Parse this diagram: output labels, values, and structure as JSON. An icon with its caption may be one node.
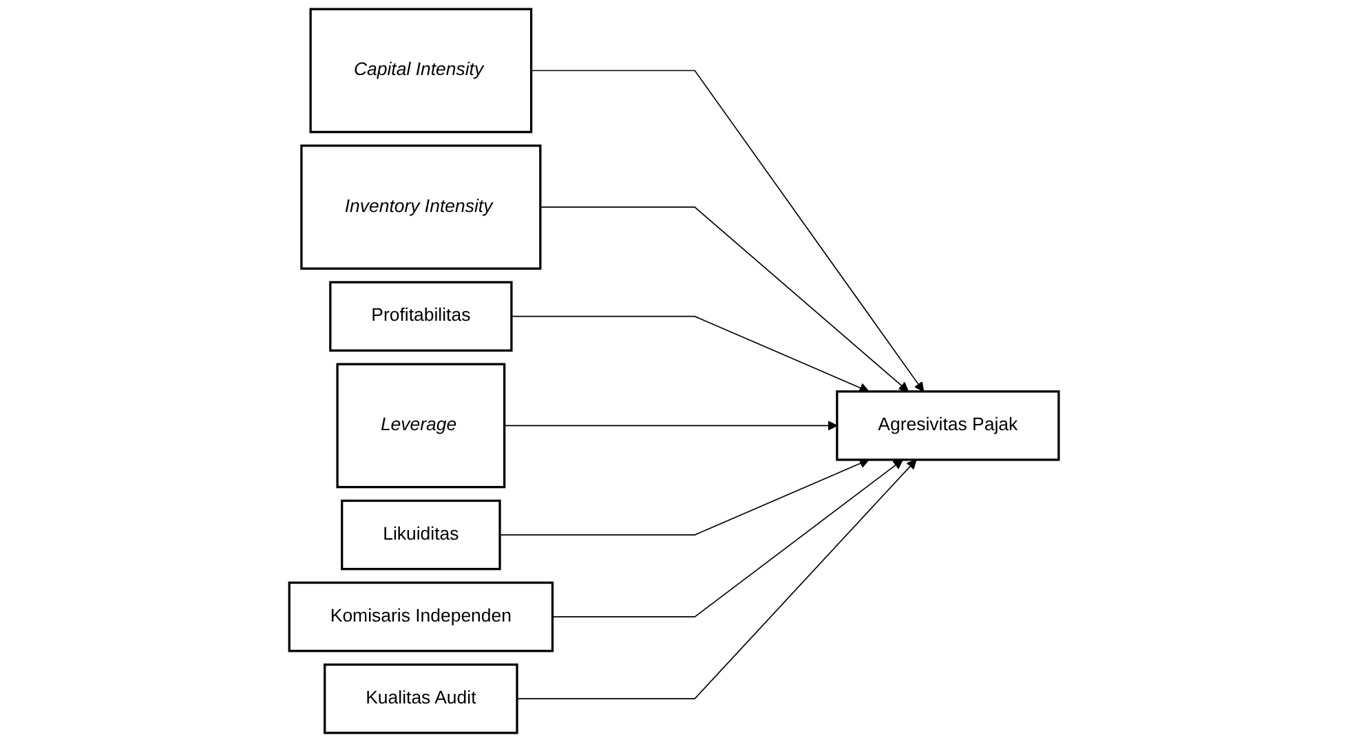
{
  "diagram": {
    "nodes": [
      {
        "text": [
          "Capital Intensity"
        ]
      },
      {
        "text": [
          "Inventory Intensity"
        ]
      },
      {
        "text": [
          "Profitabilitas"
        ]
      },
      {
        "text": [
          "Leverage"
        ]
      },
      {
        "text": [
          "Likuiditas"
        ]
      },
      {
        "text": [
          "Komisaris Independen"
        ]
      },
      {
        "text": [
          "Kualitas Audit"
        ]
      },
      {
        "text": [
          "Agresivitas Pajak"
        ]
      }
    ],
    "edges": [
      {
        "from": 0,
        "to": 7,
        "arrow": "to"
      },
      {
        "from": 1,
        "to": 7,
        "arrow": "to"
      },
      {
        "from": 2,
        "to": 7,
        "arrow": "to"
      },
      {
        "from": 3,
        "to": 7,
        "arrow": "to"
      },
      {
        "from": 4,
        "to": 7,
        "arrow": "to"
      },
      {
        "from": 5,
        "to": 7,
        "arrow": "to"
      },
      {
        "from": 6,
        "to": 7,
        "arrow": "to"
      }
    ]
  }
}
